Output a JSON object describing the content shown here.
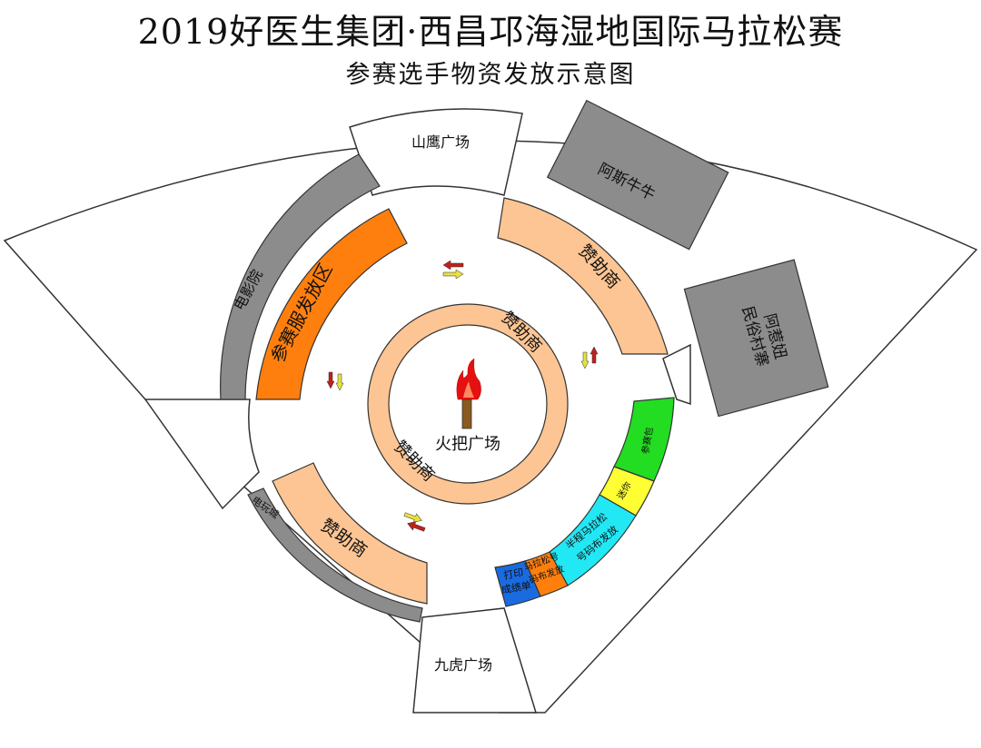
{
  "title": "2019好医生集团·西昌邛海湿地国际马拉松赛",
  "subtitle": "参赛选手物资发放示意图",
  "labels": {
    "shanying": "山鹰广场",
    "jiuhu": "九虎广场",
    "huoba": "火把广场",
    "asiniuniu": "阿斯牛牛",
    "aremin": "阿惹妞",
    "minsu": "民俗村寨",
    "dianyingyuan": "电影院",
    "dianwancheng": "电玩城",
    "cansaifu": "参赛服发放区",
    "sponsor": "赞助商",
    "cansaibao": "参赛包",
    "mini": "迷你",
    "banma": "半程马拉松",
    "banma_sub": "号码布发放",
    "malasong": "马拉松号",
    "malasong_sub": "码布发放",
    "dayin": "打印",
    "dayin_sub": "成绩单"
  },
  "colors": {
    "orange": "#ff7f0e",
    "peach": "#fcc593",
    "gray": "#8c8c8c",
    "green": "#22dd22",
    "yellow": "#ffff33",
    "cyan": "#22e8f5",
    "blue": "#1a6be0",
    "arrow_red": "#c0201a",
    "arrow_yellow": "#e8e040"
  }
}
